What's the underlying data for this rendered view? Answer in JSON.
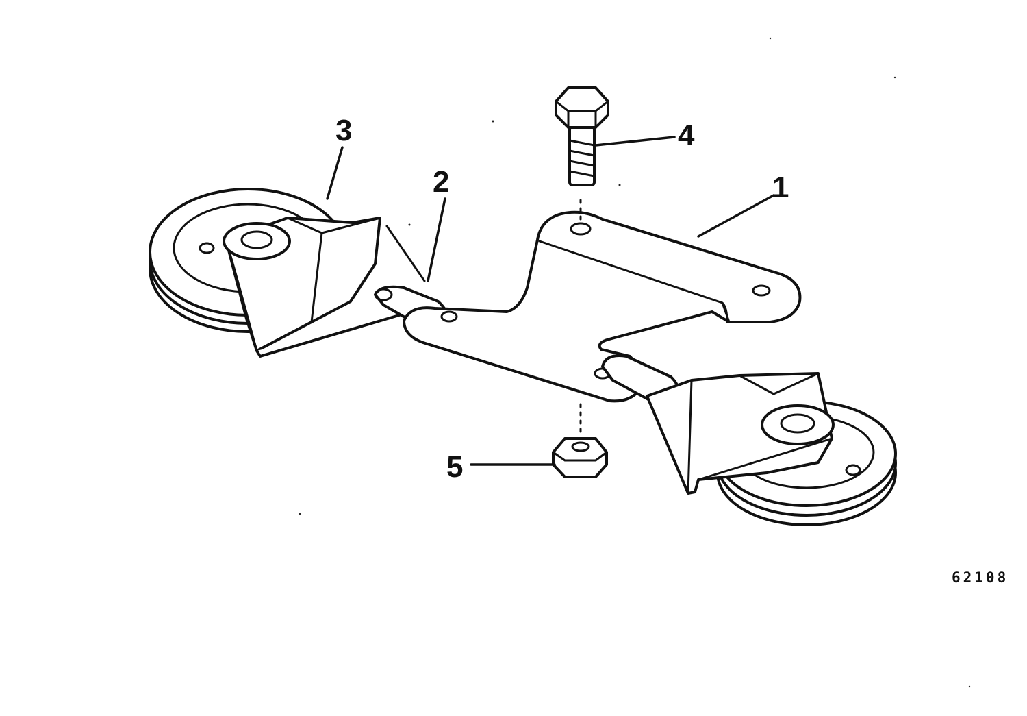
{
  "diagram": {
    "callouts": [
      {
        "id": "1",
        "label": "1",
        "part": "bracket"
      },
      {
        "id": "2",
        "label": "2",
        "part": "link"
      },
      {
        "id": "3",
        "label": "3",
        "part": "pulley"
      },
      {
        "id": "4",
        "label": "4",
        "part": "bolt"
      },
      {
        "id": "5",
        "label": "5",
        "part": "nut"
      }
    ],
    "reference_number": "62108"
  }
}
